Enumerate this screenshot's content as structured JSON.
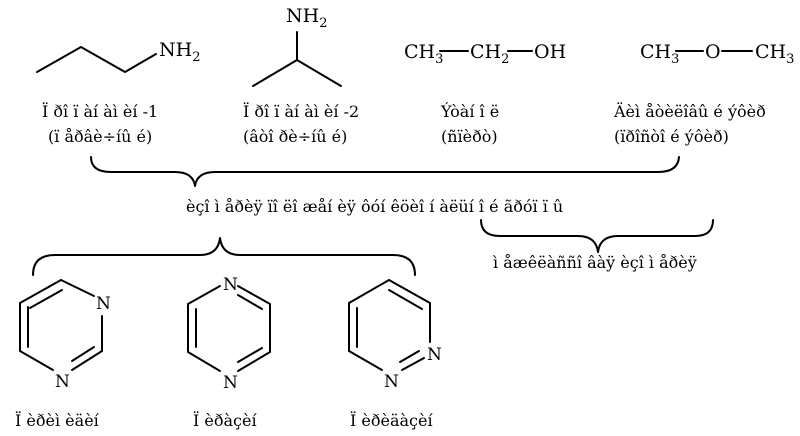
{
  "molecules": {
    "propylamine": {
      "group": "NH",
      "sub": "2",
      "name": "Ï ðî ï àí àì èí -1",
      "kind": "(ï åðâè÷íû é)"
    },
    "isopropylamine": {
      "group": "NH",
      "sub": "2",
      "name": "Ï ðî ï àí àì èí -2",
      "kind": "(âòî ðè÷íû é)"
    },
    "ethanol": {
      "ch3": "CH",
      "ch3_sub": "3",
      "ch2": "CH",
      "ch2_sub": "2",
      "oh": "OH",
      "name": "Ýòàí î ë",
      "kind": "(ñïèðò)"
    },
    "dimethyl_ether": {
      "left": "CH",
      "left_sub": "3",
      "o": "O",
      "right": "CH",
      "right_sub": "3",
      "name": "Äèì åòèëîâû é ýôèð",
      "kind": "(ïðîñòî é ýôèð)"
    }
  },
  "captions": {
    "positional_isomerism": "èçî ì åðèÿ ïî ëî æåí èÿ ôóí êöèî í àëüí î é ãðóï ï û",
    "interclass_isomerism": "ì åæêëàññî âàÿ èçî ì åðèÿ"
  },
  "diazines": {
    "pyrimidine": {
      "atom1": "N",
      "atom2": "N",
      "name": "Ï èðèì èäèí"
    },
    "pyrazine": {
      "atom1": "N",
      "atom2": "N",
      "name": "Ï èðàçèí"
    },
    "pyridazine": {
      "atom1": "N",
      "atom2": "N",
      "name": "Ï èðèäàçèí"
    }
  }
}
